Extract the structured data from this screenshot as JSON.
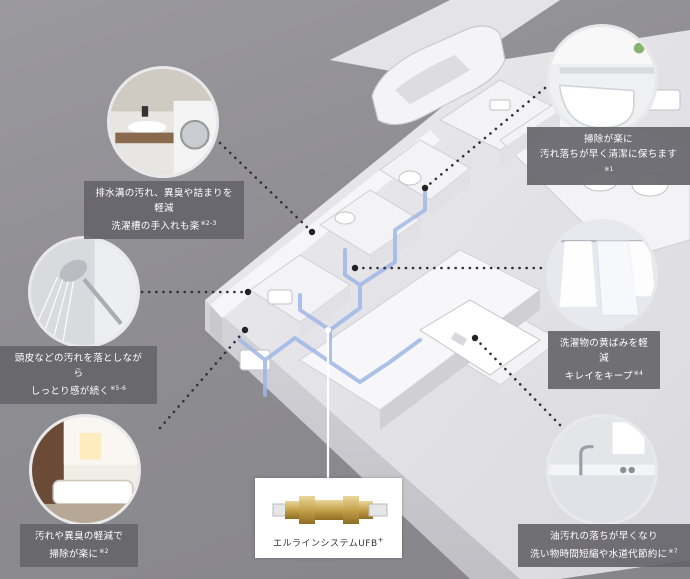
{
  "callouts": {
    "toilet": {
      "line1": "掃除が楽に",
      "line2": "汚れ落ちが早く清潔に保ちます",
      "note": "※1"
    },
    "laundry_drain": {
      "line1": "排水溝の汚れ、異臭や詰まりを軽減",
      "line2": "洗濯槽の手入れも楽",
      "note": "※2-3"
    },
    "shower": {
      "line1": "頭皮などの汚れを落としながら",
      "line2": "しっとり感が続く",
      "note": "※5-6"
    },
    "clothes": {
      "line1": "洗濯物の黄ばみを軽減",
      "line2": "キレイをキープ",
      "note": "※4"
    },
    "bath": {
      "line1": "汚れや異臭の軽減で",
      "line2": "掃除が楽に",
      "note": "※2"
    },
    "kitchen": {
      "line1": "油汚れの落ちが早くなり",
      "line2": "洗い物時間短縮や水道代節約に",
      "note": "※7"
    }
  },
  "product": {
    "name": "エルラインシステムUFB",
    "mark": "+"
  },
  "colors": {
    "background": "#8f8e93",
    "caption_bg": "#66656a",
    "pipe": "#9fb8e6",
    "dots": "#333333"
  }
}
